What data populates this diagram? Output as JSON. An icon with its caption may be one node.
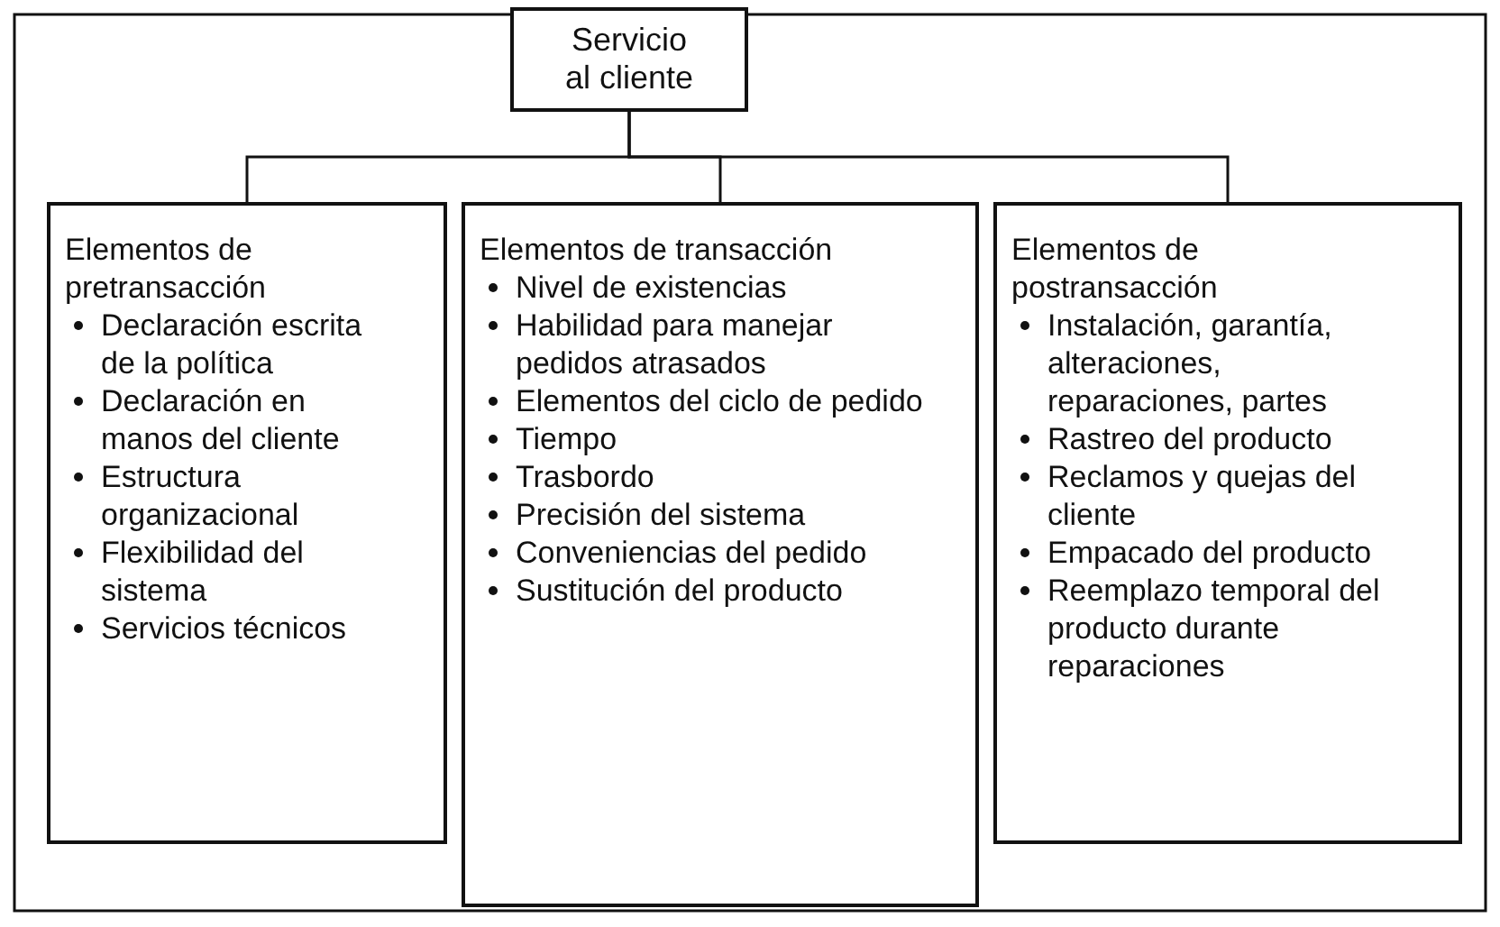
{
  "diagram": {
    "nodes": [
      {
        "text": [
          "Servicio al cliente"
        ]
      },
      {
        "text": [
          "Elementos de pretransacción",
          "Declaración escrita de la política",
          "Declaración en manos del cliente",
          "Estructura organizacional",
          "Flexibilidad del sistema",
          "Servicios técnicos"
        ]
      },
      {
        "text": [
          "Elementos de transacción",
          "Nivel de existencias",
          "Habilidad para manejar pedidos atrasados",
          "Elementos del ciclo de pedido",
          "Tiempo",
          "Trasbordo",
          "Precisión del sistema",
          "Conveniencias del pedido",
          "Sustitución del producto"
        ]
      },
      {
        "text": [
          "Elementos de postransacción",
          "Instalación, garantía, alteraciones, reparaciones, partes",
          "Rastreo del producto",
          "Reclamos y quejas del cliente",
          "Empacado del producto",
          "Reemplazo temporal del producto durante reparaciones"
        ]
      }
    ],
    "edges": [
      {
        "from": 0,
        "to": 1,
        "arrow": "none"
      },
      {
        "from": 0,
        "to": 2,
        "arrow": "none"
      },
      {
        "from": 0,
        "to": 3,
        "arrow": "none"
      }
    ]
  }
}
